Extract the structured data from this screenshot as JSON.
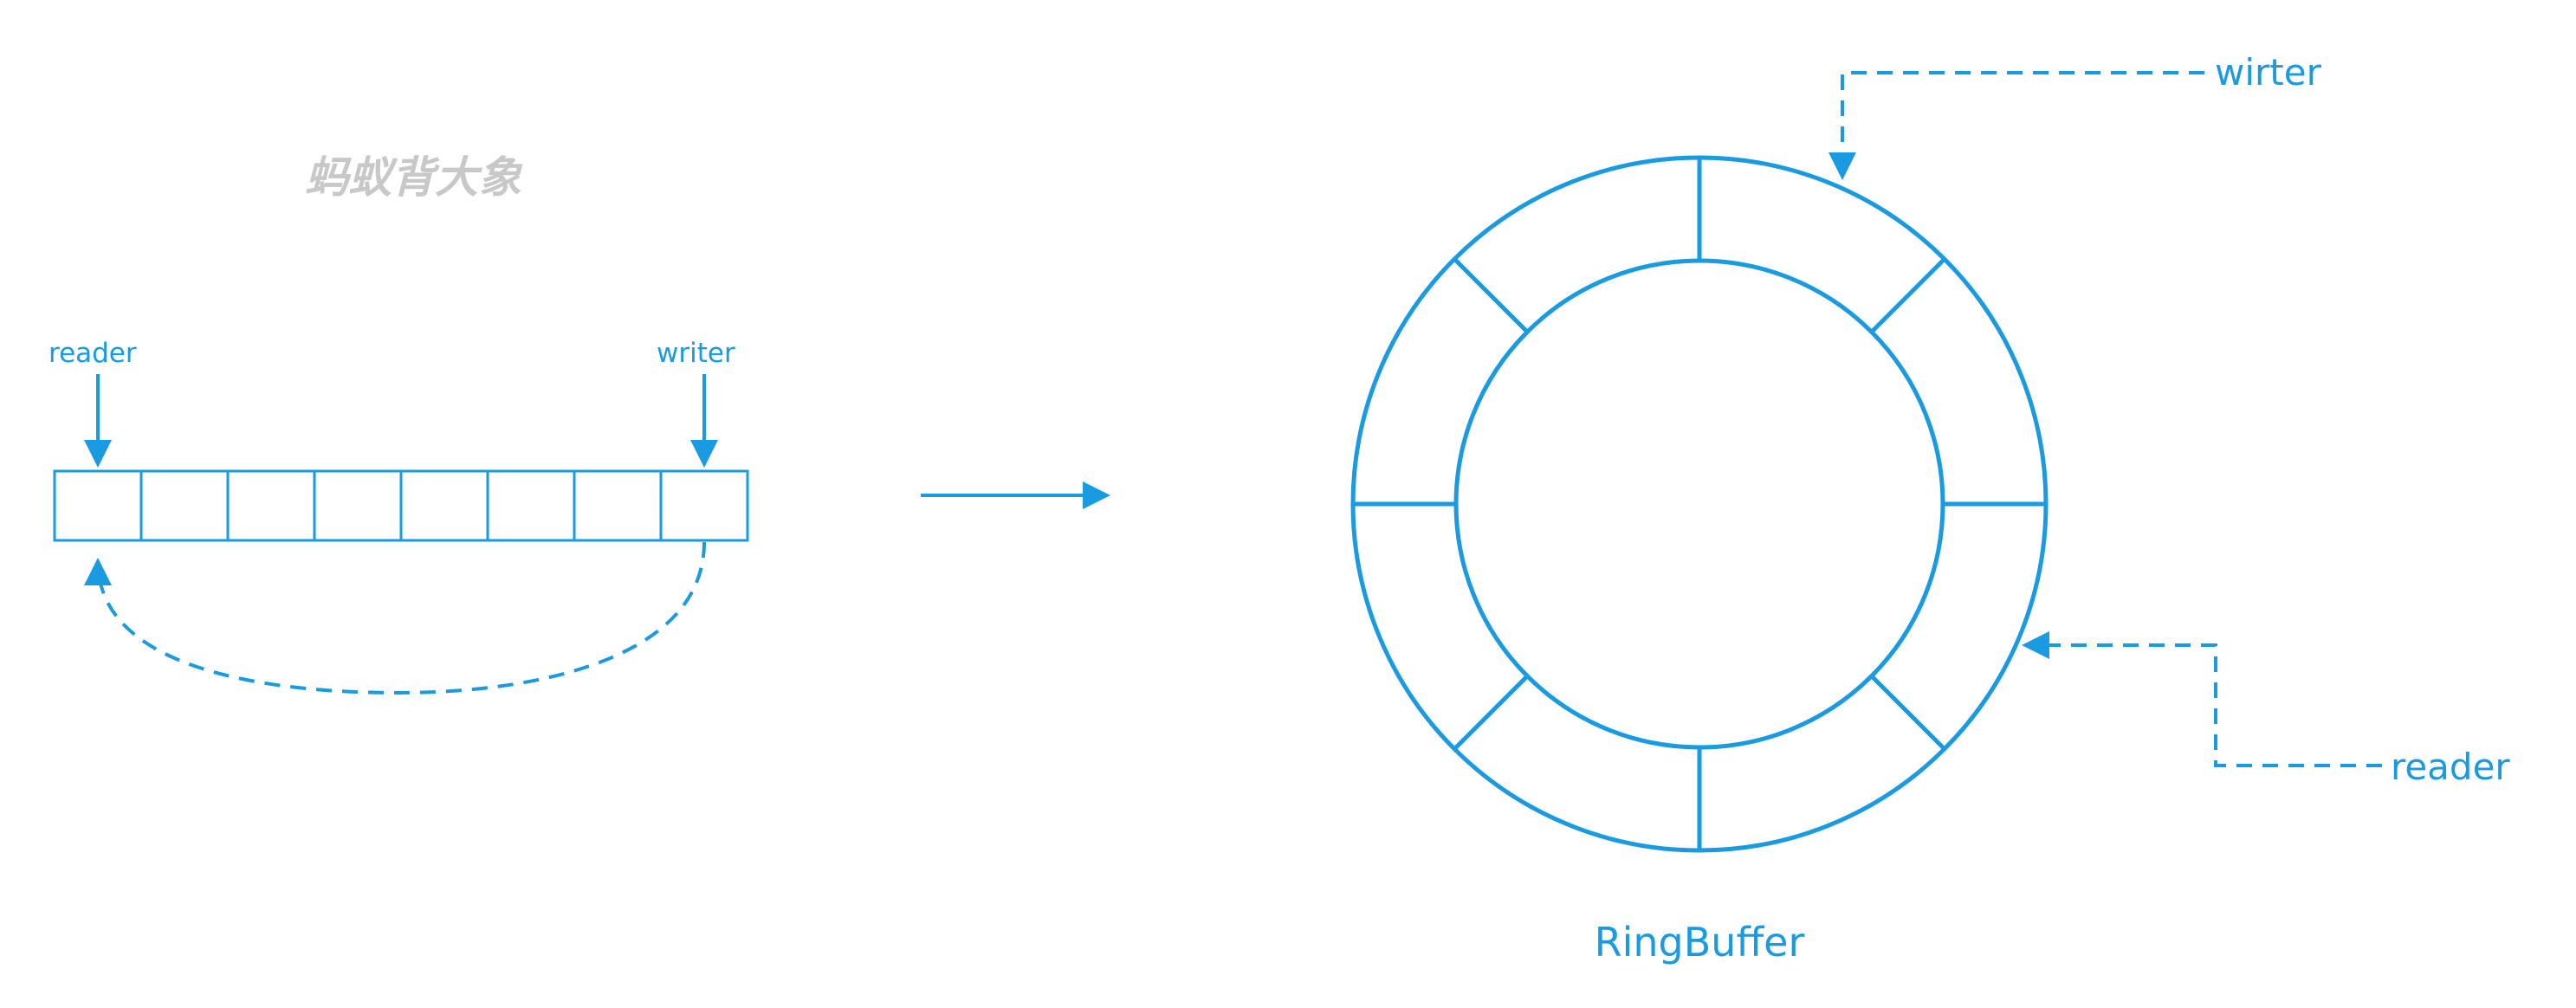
{
  "watermark": "蚂蚁背大象",
  "colors": {
    "stroke": "#1a9ae0",
    "watermark": "#c8c8c8",
    "background": "#ffffff"
  },
  "linear_buffer": {
    "slot_count": 8,
    "reader_label": "reader",
    "writer_label": "writer"
  },
  "ring_buffer": {
    "segment_count": 8,
    "writer_label": "wirter",
    "reader_label": "reader",
    "caption": "RingBuffer"
  }
}
